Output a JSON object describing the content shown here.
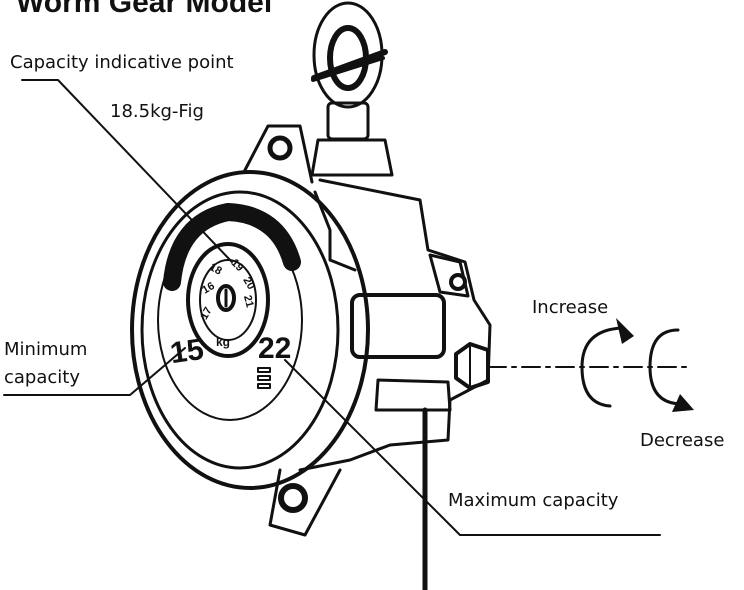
{
  "title": "Worm Gear Model",
  "labels": {
    "capacity_point": "Capacity indicative point",
    "figure_ref": "18.5kg-Fig",
    "minimum_line1": "Minimum",
    "minimum_line2": "capacity",
    "increase": "Increase",
    "decrease": "Decrease",
    "maximum": "Maximum capacity"
  },
  "dial": {
    "min_value": "15",
    "max_value": "22",
    "unit": "kg",
    "scale_numbers": [
      "18",
      "19",
      "20",
      "21",
      "16",
      "17"
    ]
  },
  "colors": {
    "ink": "#111111",
    "background": "#ffffff"
  }
}
